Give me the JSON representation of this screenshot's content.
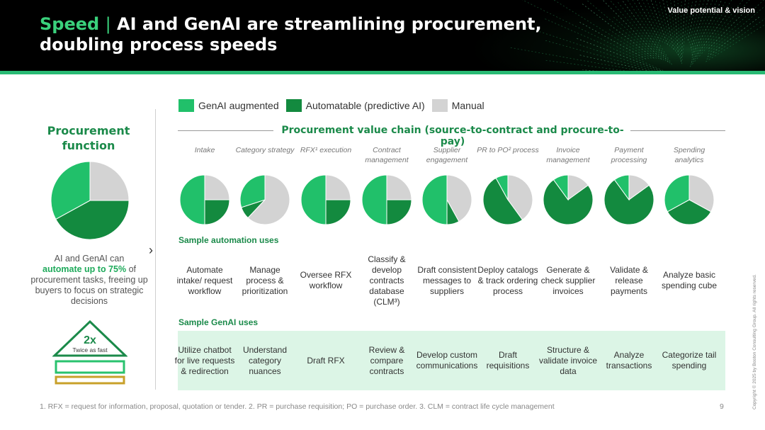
{
  "header": {
    "title_accent": "Speed",
    "title_sep": "|",
    "title_rest": "AI and GenAI are streamlining procurement, doubling process speeds",
    "section_tag": "Value potential & vision"
  },
  "colors": {
    "genai": "#21c06a",
    "automatable": "#138a3f",
    "manual": "#d3d3d3",
    "accent": "#1b8a4a",
    "band": "#dcf5e6"
  },
  "left": {
    "title": "Procurement function",
    "pie": {
      "genai": 0.33,
      "automatable": 0.42,
      "manual": 0.25
    },
    "text_pre": "AI and GenAI can",
    "text_highlight": "automate up to 75%",
    "text_post": "of procurement tasks, freeing up buyers to focus on strategic decisions",
    "speed_multiplier": "2x",
    "speed_caption": "Twice as fast"
  },
  "legend": [
    {
      "label": "GenAI augmented",
      "color": "#21c06a"
    },
    {
      "label": "Automatable (predictive AI)",
      "color": "#138a3f"
    },
    {
      "label": "Manual",
      "color": "#d3d3d3"
    }
  ],
  "chain_title": "Procurement value chain (source-to-contract and procure-to-pay)",
  "stages": [
    {
      "label": "Intake",
      "genai": 0.5,
      "automatable": 0.25,
      "manual": 0.25
    },
    {
      "label": "Category strategy",
      "genai": 0.3,
      "automatable": 0.08,
      "manual": 0.62
    },
    {
      "label": "RFX¹ execution",
      "genai": 0.5,
      "automatable": 0.25,
      "manual": 0.25
    },
    {
      "label": "Contract management",
      "genai": 0.5,
      "automatable": 0.25,
      "manual": 0.25
    },
    {
      "label": "Supplier engagement",
      "genai": 0.5,
      "automatable": 0.08,
      "manual": 0.42
    },
    {
      "label": "PR to PO² process",
      "genai": 0.08,
      "automatable": 0.52,
      "manual": 0.4
    },
    {
      "label": "Invoice management",
      "genai": 0.1,
      "automatable": 0.75,
      "manual": 0.15
    },
    {
      "label": "Payment processing",
      "genai": 0.1,
      "automatable": 0.75,
      "manual": 0.15
    },
    {
      "label": "Spending analytics",
      "genai": 0.33,
      "automatable": 0.34,
      "manual": 0.33
    }
  ],
  "automation_head": "Sample automation uses",
  "automation_uses": [
    "Automate intake/ request workflow",
    "Manage process & prioritization",
    "Oversee RFX workflow",
    "Classify & develop contracts database (CLM³)",
    "Draft consistent messages to suppliers",
    "Deploy catalogs & track ordering process",
    "Generate & check supplier invoices",
    "Validate & release payments",
    "Analyze basic spending cube"
  ],
  "genai_head": "Sample GenAI uses",
  "genai_uses": [
    "Utilize chatbot for live requests & redirection",
    "Understand category nuances",
    "Draft RFX",
    "Review & compare contracts",
    "Develop custom communications",
    "Draft requisitions",
    "Structure & validate invoice data",
    "Analyze transactions",
    "Categorize tail spending"
  ],
  "footnote": "1. RFX = request for information, proposal, quotation or tender. 2. PR = purchase requisition; PO = purchase order. 3. CLM = contract life cycle management",
  "page_number": "9",
  "copyright": "Copyright © 2025 by Boston Consulting Group. All rights reserved."
}
